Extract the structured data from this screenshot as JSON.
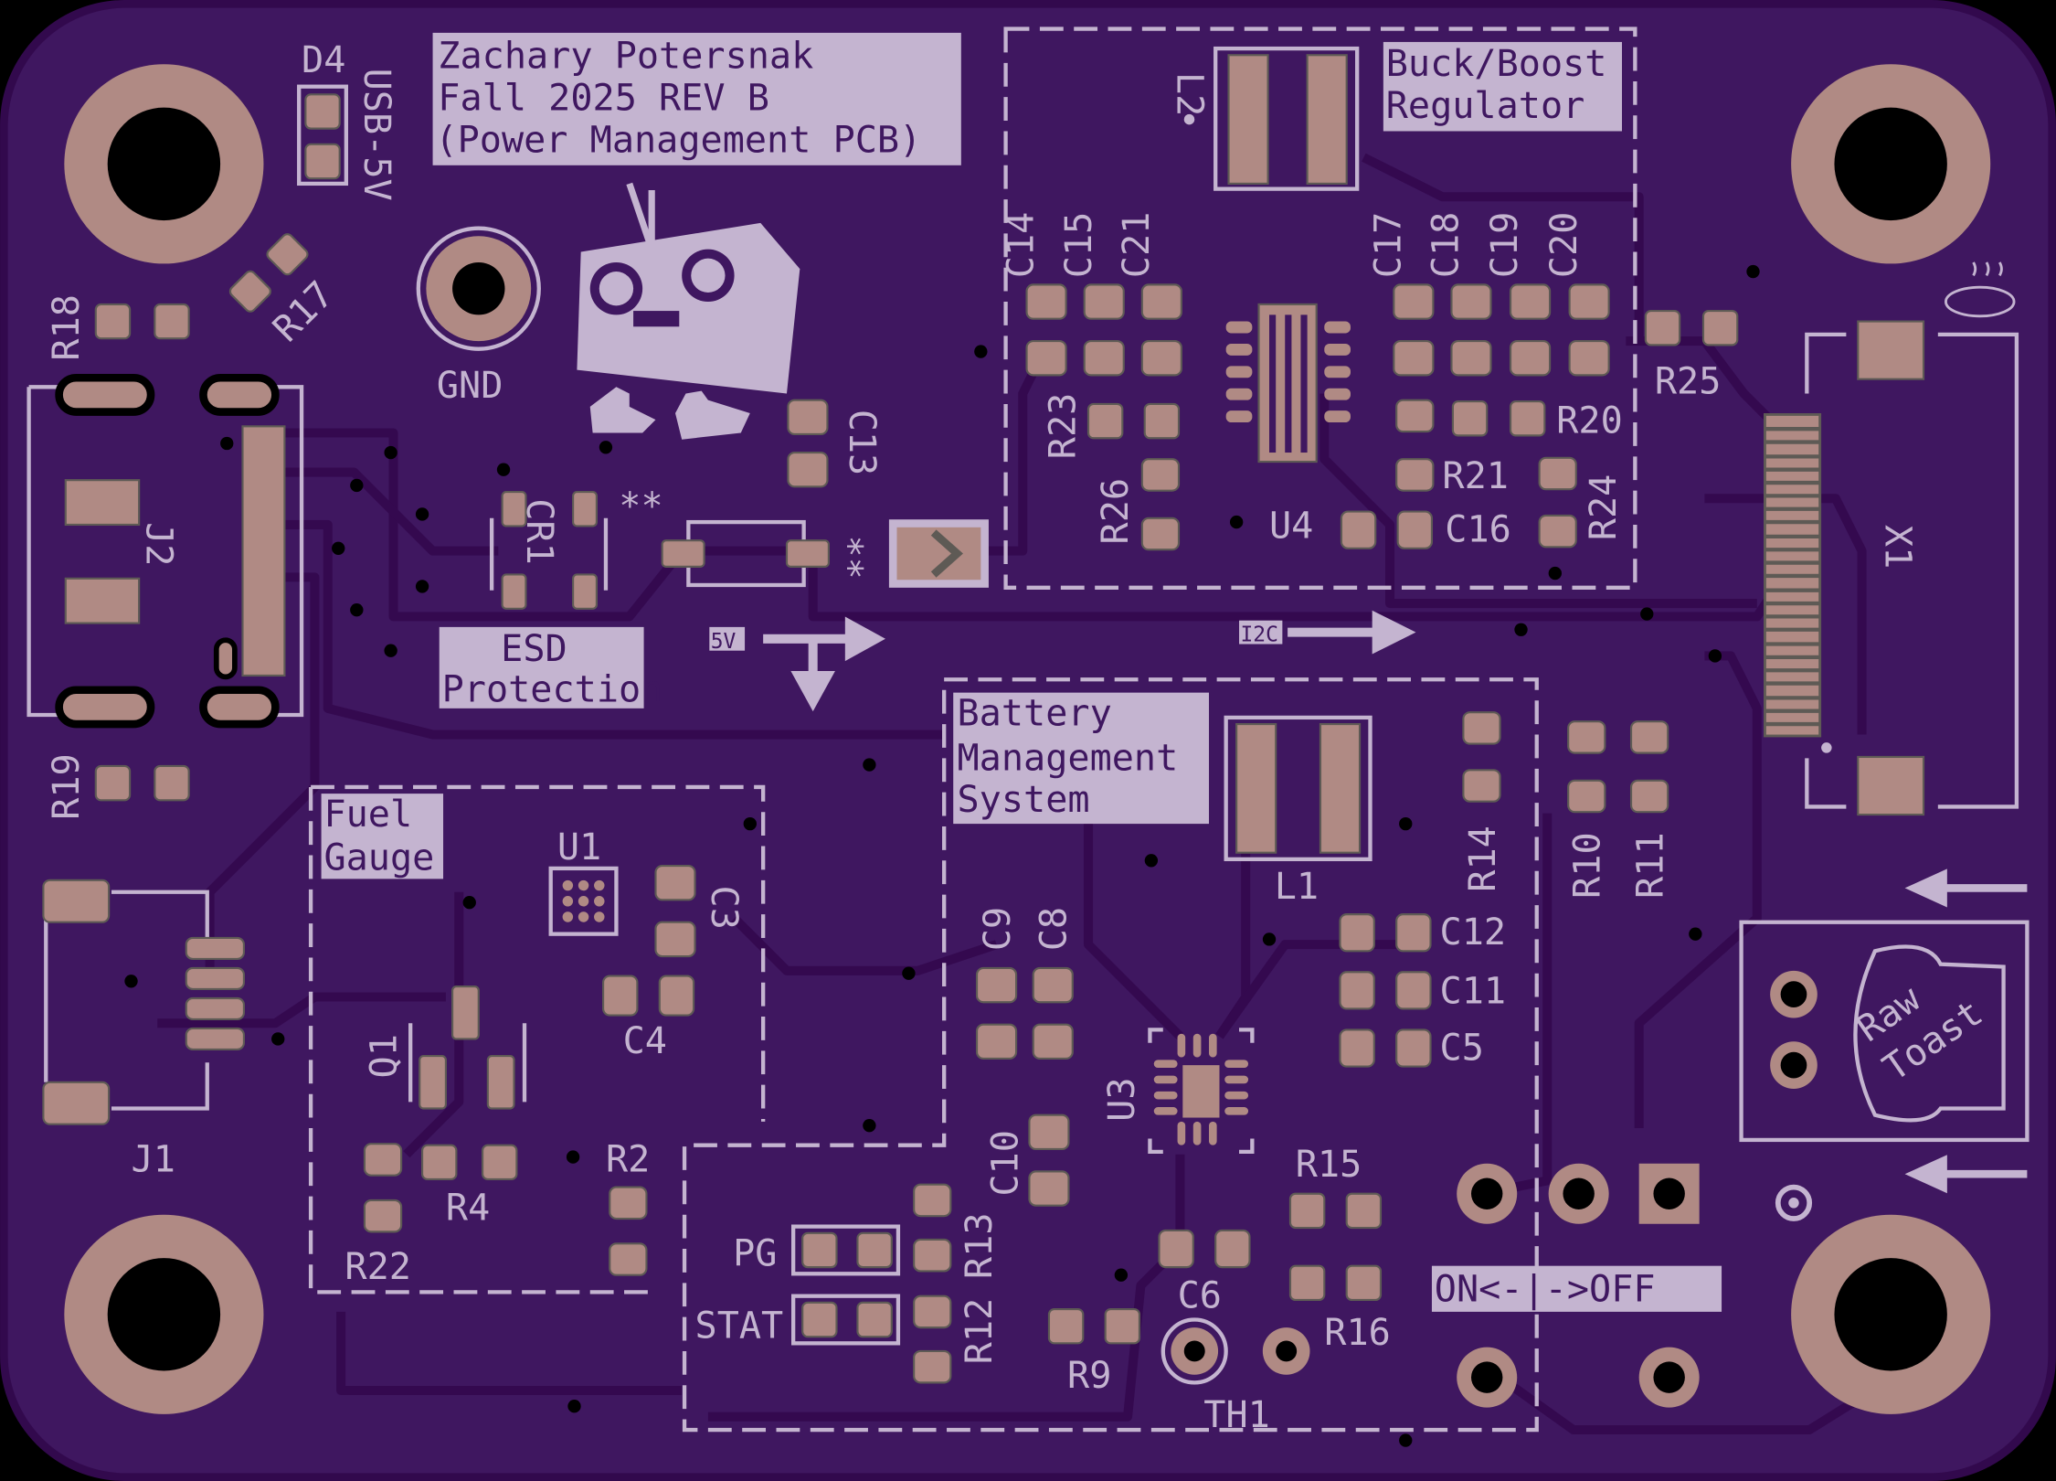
{
  "board": {
    "title_lines": [
      "Zachary Potersnak",
      "Fall 2025 REV B",
      "(Power Management PCB)"
    ],
    "colors": {
      "soldermask": "#3f1760",
      "silkscreen": "#c4b4d0",
      "pad": "#b08a84",
      "edge": "#32094d"
    }
  },
  "sections": {
    "buck_boost": [
      "Buck/Boost",
      "Regulator"
    ],
    "esd": [
      "ESD",
      "Protection"
    ],
    "fuel_gauge": [
      "Fuel",
      "Gauge"
    ],
    "bms": [
      "Battery",
      "Management",
      "System"
    ],
    "switch": "ON<-|->OFF",
    "raw_toast": [
      "Raw",
      "Toast"
    ]
  },
  "net_labels": {
    "gnd": "GND",
    "usb": "USB-5V",
    "v5": "5V",
    "i2c": "I2C",
    "pg": "PG",
    "stat": "STAT",
    "star2": "**"
  },
  "refdes": {
    "D4": "D4",
    "R17": "R17",
    "R18": "R18",
    "R19": "R19",
    "J2": "J2",
    "J1": "J1",
    "CR1": "CR1",
    "C13": "C13",
    "L2": "L2",
    "C14": "C14",
    "C15": "C15",
    "C21": "C21",
    "C17": "C17",
    "C18": "C18",
    "C19": "C19",
    "C20": "C20",
    "R23": "R23",
    "R26": "R26",
    "U4": "U4",
    "C16": "C16",
    "R20": "R20",
    "R21": "R21",
    "R24": "R24",
    "R25": "R25",
    "X1": "X1",
    "U1": "U1",
    "C3": "C3",
    "C4": "C4",
    "Q1": "Q1",
    "R4": "R4",
    "R22": "R22",
    "R2": "R2",
    "C9": "C9",
    "C8": "C8",
    "L1": "L1",
    "R14": "R14",
    "R10": "R10",
    "R11": "R11",
    "C12": "C12",
    "C11": "C11",
    "C5": "C5",
    "U3": "U3",
    "C10": "C10",
    "R13": "R13",
    "R12": "R12",
    "R9": "R9",
    "C6": "C6",
    "TH1": "TH1",
    "R15": "R15",
    "R16": "R16"
  },
  "icons": [
    "robot-boombox-logo",
    "toast-icon",
    "arrow-icon",
    "mounting-hole-icon"
  ]
}
